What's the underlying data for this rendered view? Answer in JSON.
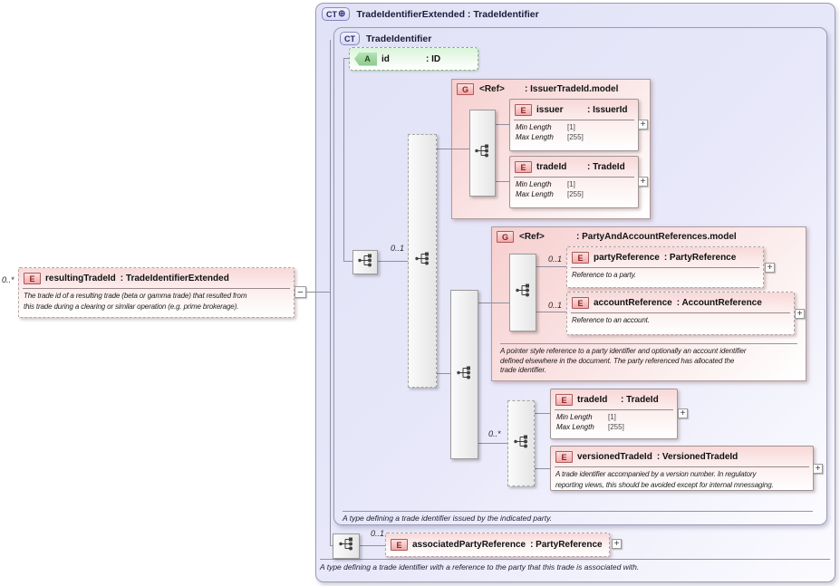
{
  "left_element": {
    "cardinality": "0..*",
    "badge": "E",
    "name": "resultingTradeId",
    "type_suffix": ": TradeIdentifierExtended",
    "annotation": [
      "The trade id of a resulting trade (beta or gamma trade) that resulted from",
      "this trade during a clearing or similar operation (e.g. prime brokerage)."
    ],
    "collapse_glyph": "−"
  },
  "outer_type": {
    "badge": "CT",
    "badge_plus": "⊕",
    "title": "TradeIdentifierExtended : TradeIdentifier",
    "annotation": "A type defining a trade identifier with a reference to the party that this trade is associated with."
  },
  "base_type": {
    "badge": "CT",
    "title": "TradeIdentifier",
    "annotation": "A type defining a trade identifier issued by the indicated party.",
    "sequence_cardinality": "0..1",
    "attribute": {
      "badge": "A",
      "name": "id",
      "type_suffix": ": ID"
    }
  },
  "group_issuer": {
    "badge": "G",
    "name": "<Ref>",
    "type_suffix": ": IssuerTradeId.model",
    "elements": [
      {
        "badge": "E",
        "name": "issuer",
        "type_suffix": ": IssuerId",
        "facets": [
          {
            "label": "Min Length",
            "value": "[1]"
          },
          {
            "label": "Max Length",
            "value": "[255]"
          }
        ],
        "expand_glyph": "+"
      },
      {
        "badge": "E",
        "name": "tradeId",
        "type_suffix": ": TradeId",
        "facets": [
          {
            "label": "Min Length",
            "value": "[1]"
          },
          {
            "label": "Max Length",
            "value": "[255]"
          }
        ],
        "expand_glyph": "+"
      }
    ]
  },
  "group_party": {
    "badge": "G",
    "name": "<Ref>",
    "type_suffix": ": PartyAndAccountReferences.model",
    "elements": [
      {
        "cardinality": "0..1",
        "badge": "E",
        "name": "partyReference",
        "type_suffix": ": PartyReference",
        "annotation": "Reference to a party.",
        "expand_glyph": "+"
      },
      {
        "cardinality": "0..1",
        "badge": "E",
        "name": "accountReference",
        "type_suffix": ": AccountReference",
        "annotation": "Reference to an account.",
        "expand_glyph": "+"
      }
    ],
    "annotation": [
      "A pointer style reference to a party identifier and optionally an account identifier",
      "defined elsewhere in the document. The party referenced has allocated the",
      "trade identifier."
    ]
  },
  "choice_group": {
    "cardinality": "0..*",
    "elements": [
      {
        "badge": "E",
        "name": "tradeId",
        "type_suffix": ": TradeId",
        "facets": [
          {
            "label": "Min Length",
            "value": "[1]"
          },
          {
            "label": "Max Length",
            "value": "[255]"
          }
        ],
        "expand_glyph": "+"
      },
      {
        "badge": "E",
        "name": "versionedTradeId",
        "type_suffix": ": VersionedTradeId",
        "annotation": [
          "A trade identifier accompanied by a version number. In regulatory",
          "reporting views, this should be avoided except for internal mnessaging."
        ],
        "expand_glyph": "+"
      }
    ]
  },
  "associated_element": {
    "cardinality": "0..1",
    "badge": "E",
    "name": "associatedPartyReference",
    "type_suffix": ": PartyReference",
    "expand_glyph": "+"
  }
}
